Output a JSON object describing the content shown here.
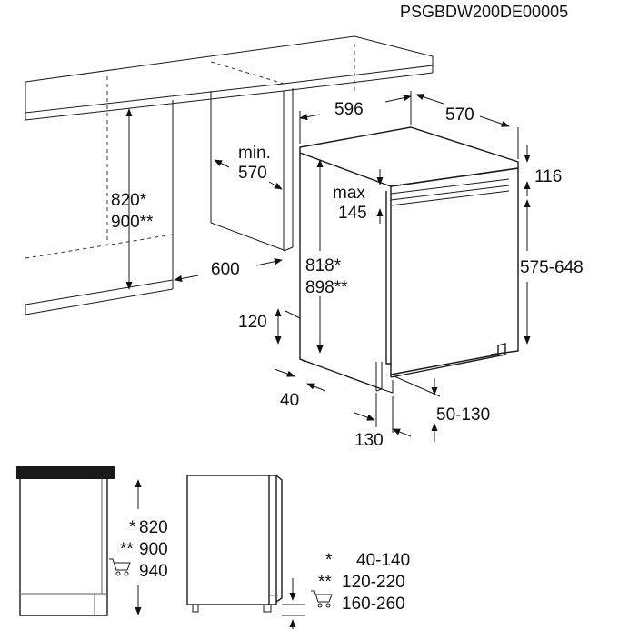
{
  "diagram_code": "PSGBDW200DE00005",
  "top_view": {
    "dims": {
      "width": "596",
      "depth": "570",
      "top_gap": "116",
      "panel_max_label": "max",
      "panel_max_value": "145",
      "niche_min_label": "min.",
      "niche_min_value": "570",
      "niche_width": "600",
      "niche_height_1": "820*",
      "niche_height_2": "900**",
      "unit_height_1": "818*",
      "unit_height_2": "898**",
      "door_height": "575-648",
      "plinth_height": "120",
      "plinth_depth": "40",
      "foot_depth": "130",
      "foot_range": "50-130"
    }
  },
  "side_view": {
    "heights": {
      "h1_marker": "*",
      "h1_value": "820",
      "h2_marker": "**",
      "h2_value": "900",
      "h3_value": "940"
    },
    "legend": [
      {
        "marker": "*",
        "range": "40-140"
      },
      {
        "marker": "**",
        "range": "120-220"
      },
      {
        "marker": "cart",
        "range": "160-260"
      }
    ]
  }
}
